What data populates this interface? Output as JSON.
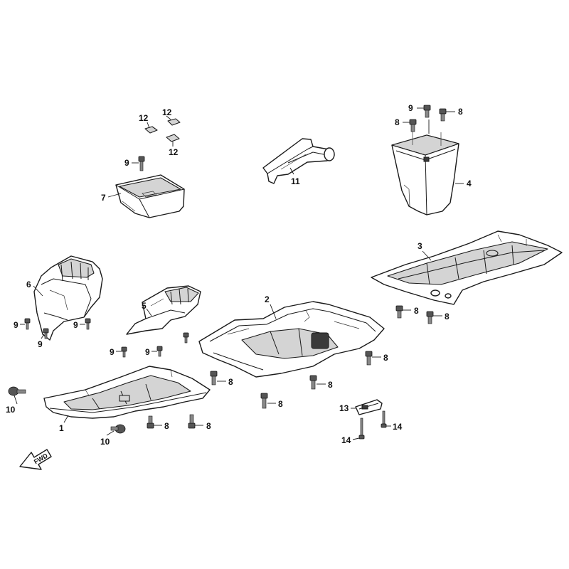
{
  "callouts": {
    "c1": "1",
    "c2": "2",
    "c3": "3",
    "c4": "4",
    "c5": "5",
    "c6": "6",
    "c7": "7",
    "c9_p7": "9",
    "c9_p4": "9",
    "c8_p4a": "8",
    "c8_p4b": "8",
    "c11": "11",
    "c12a": "12",
    "c12b": "12",
    "c12c": "12",
    "c9_p6a": "9",
    "c9_p6b": "9",
    "c9_p5a": "9",
    "c9_p5b": "9",
    "c10a": "10",
    "c10b": "10",
    "c8_p1a": "8",
    "c8_p1b": "8",
    "c8_p2a": "8",
    "c8_p2b": "8",
    "c8_p2c": "8",
    "c8_p2d": "8",
    "c8_p3a": "8",
    "c8_p3b": "8",
    "c13": "13",
    "c14a": "14",
    "c14b": "14"
  },
  "fwd_arrow": {
    "label": "FWD"
  }
}
